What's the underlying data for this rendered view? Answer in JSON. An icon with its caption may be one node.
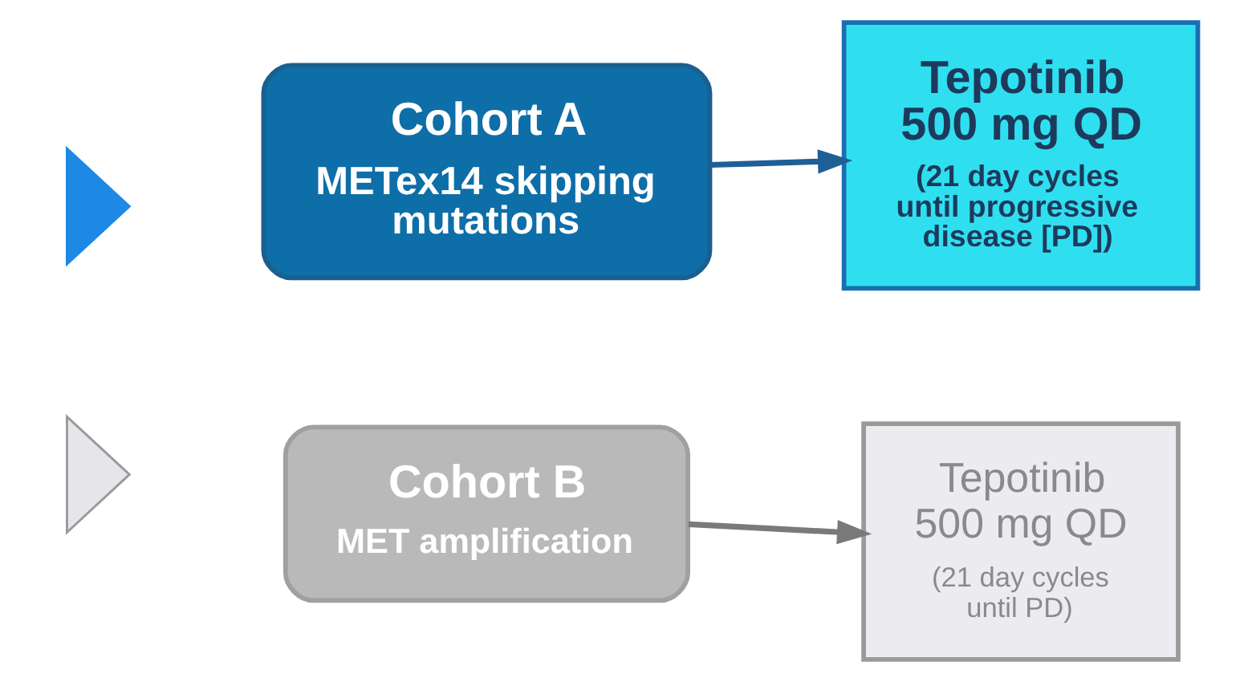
{
  "diagram": {
    "nodes": [
      {
        "text": [],
        "shape": "triangle"
      },
      {
        "text": [
          "Cohort A",
          "METex14 skipping mutations"
        ]
      },
      {
        "text": [
          "Tepotinib 500 mg QD",
          "(21 day cycles until progressive disease [PD])"
        ]
      },
      {
        "text": [],
        "shape": "triangle"
      },
      {
        "text": [
          "Cohort B",
          "MET amplification"
        ]
      },
      {
        "text": [
          "Tepotinib 500 mg QD",
          "(21 day cycles until PD)"
        ]
      }
    ],
    "edges": [
      {
        "from": 1,
        "to": 2,
        "arrow": "to",
        "color": "#1f5f96"
      },
      {
        "from": 4,
        "to": 5,
        "arrow": "to",
        "color": "#7a7a7a"
      }
    ]
  }
}
